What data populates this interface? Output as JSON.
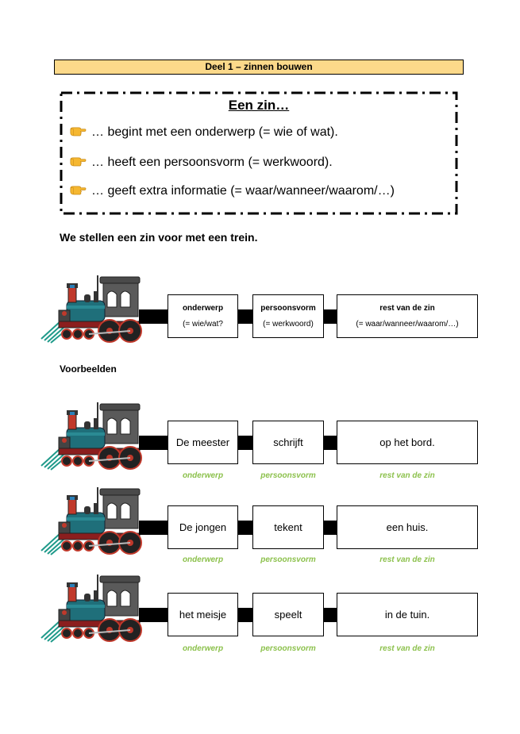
{
  "header": {
    "title": "Deel 1 – zinnen bouwen"
  },
  "definition": {
    "title": "Een zin…",
    "lines": [
      "… begint met een onderwerp (= wie of wat).",
      "… heeft een persoonsvorm (= werkwoord).",
      "… geeft extra informatie (= waar/wanneer/waarom/…)"
    ],
    "bullet_icon": "pointing-hand-icon"
  },
  "intro": "We stellen een zin voor met een trein.",
  "model_train": {
    "wagons": [
      {
        "title": "onderwerp",
        "sub": "(= wie/wat?"
      },
      {
        "title": "persoonsvorm",
        "sub": "(= werkwoord)"
      },
      {
        "title": "rest van de zin",
        "sub": "(= waar/wanneer/waarom/…)"
      }
    ]
  },
  "examples_title": "Voorbeelden",
  "captions": [
    "onderwerp",
    "persoonsvorm",
    "rest van de zin"
  ],
  "examples": [
    {
      "subject": "De meester",
      "verb": "schrijft",
      "rest": "op het bord."
    },
    {
      "subject": "De jongen",
      "verb": "tekent",
      "rest": "een huis."
    },
    {
      "subject": "het meisje",
      "verb": "speelt",
      "rest": "in de tuin."
    }
  ],
  "colors": {
    "header_bg": "#fcd98a",
    "caption_green": "#8cc14c"
  }
}
